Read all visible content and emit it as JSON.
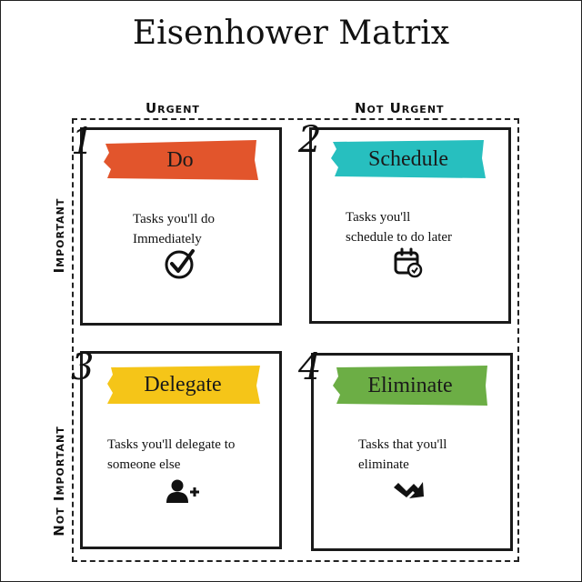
{
  "title": "Eisenhower Matrix",
  "columns": [
    "Urgent",
    "Not Urgent"
  ],
  "rows": [
    "Important",
    "Not Important"
  ],
  "quadrants": [
    {
      "number": "1",
      "label": "Do",
      "color": "#e2552c",
      "description_lines": [
        "Tasks you'll do",
        "Immediately"
      ],
      "icon": "checkmark-circle-icon"
    },
    {
      "number": "2",
      "label": "Schedule",
      "color": "#27bfbf",
      "description_lines": [
        "Tasks you'll",
        "schedule to do later"
      ],
      "icon": "calendar-check-icon"
    },
    {
      "number": "3",
      "label": "Delegate",
      "color": "#f5c518",
      "description_lines": [
        "Tasks you'll delegate to",
        "someone else"
      ],
      "icon": "add-user-icon"
    },
    {
      "number": "4",
      "label": "Eliminate",
      "color": "#6cae45",
      "description_lines": [
        "Tasks that you'll",
        "eliminate"
      ],
      "icon": "trend-down-arrow-icon"
    }
  ]
}
